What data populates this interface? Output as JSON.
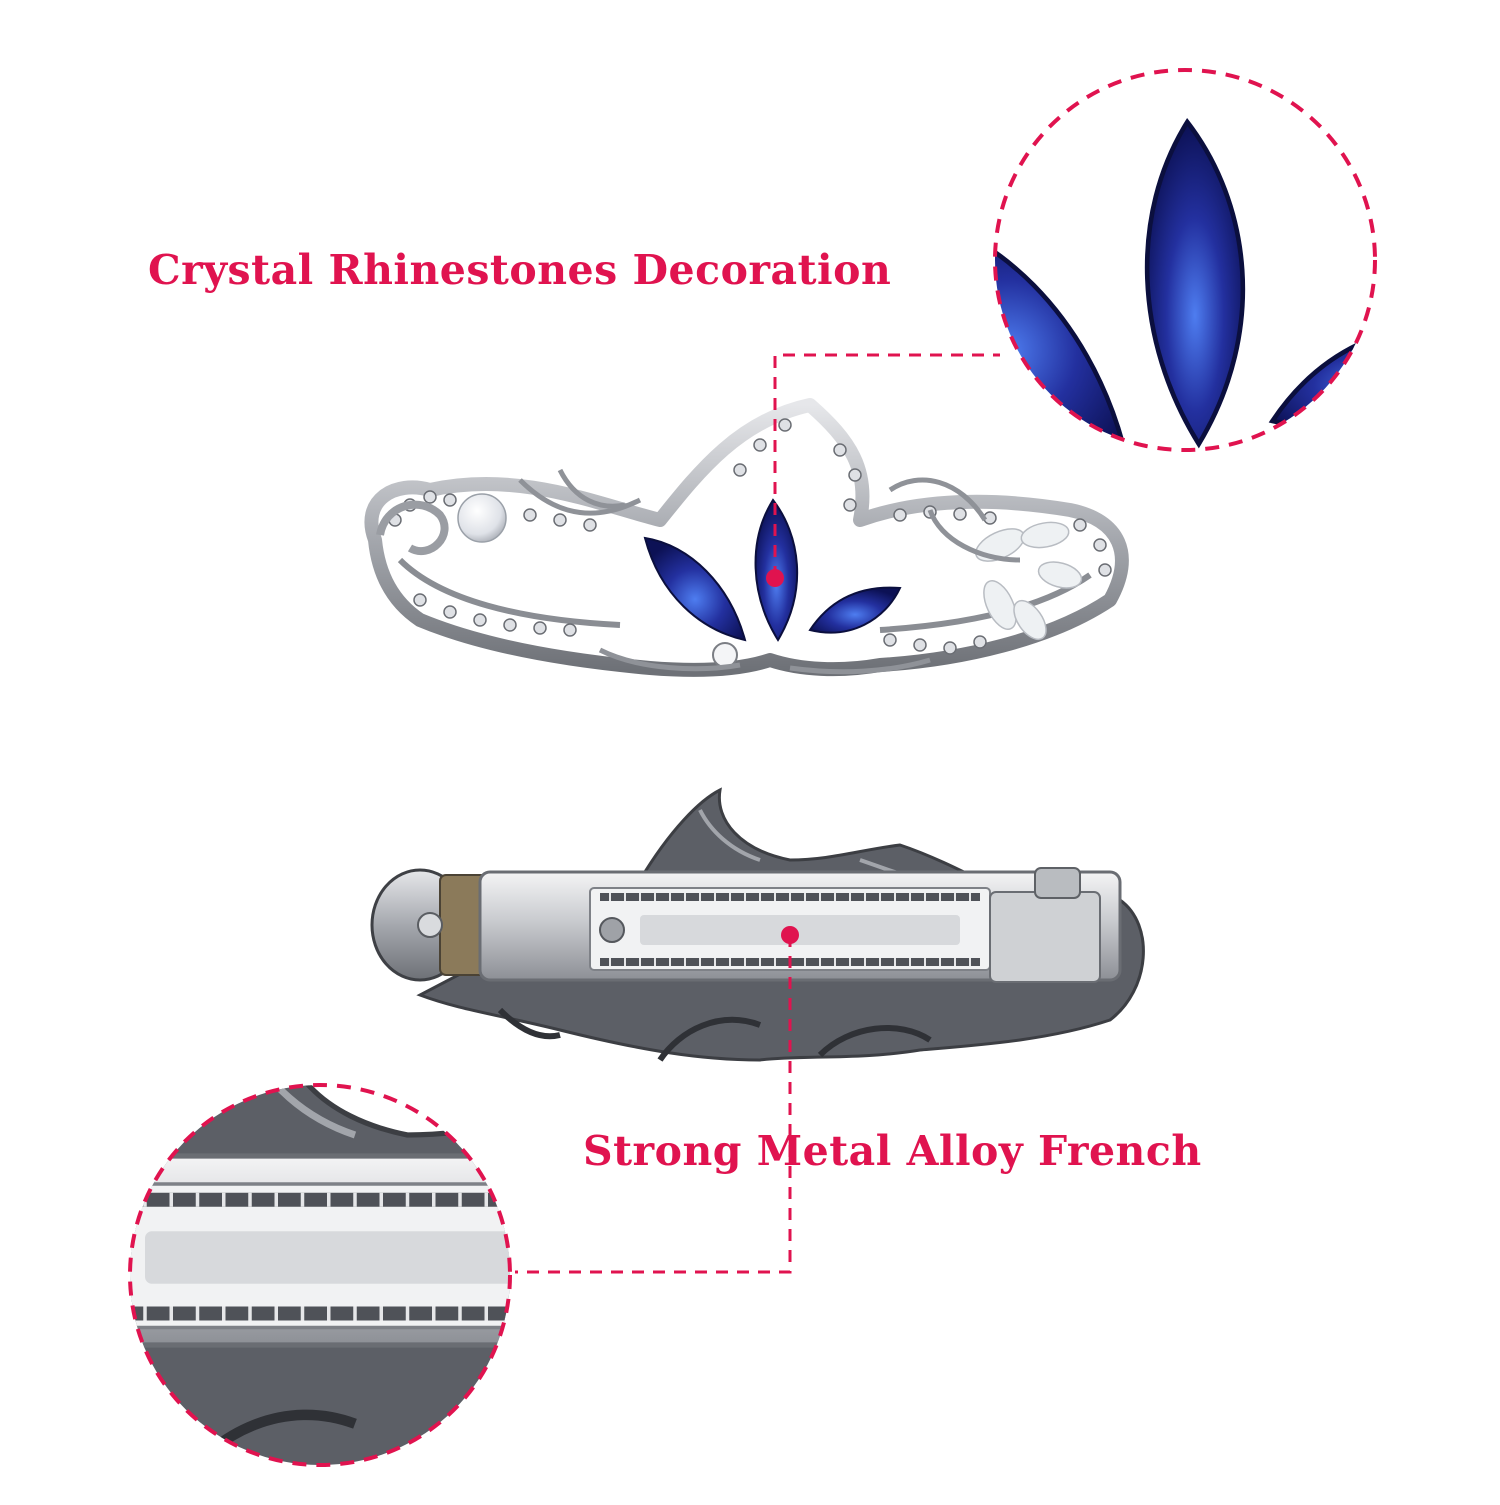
{
  "captions": {
    "top": "Crystal Rhinestones Decoration",
    "bottom": "Strong Metal Alloy French"
  },
  "colors": {
    "accent": "#e0134f",
    "silver": "#b9bcc2",
    "silver_dark": "#5d6066",
    "sapphire": "#1c2a9c",
    "sapphire_light": "#3b66d8",
    "pearl": "#eef0f3",
    "opal": "#e9edf0"
  },
  "image": {
    "subject": "hair-clip"
  }
}
